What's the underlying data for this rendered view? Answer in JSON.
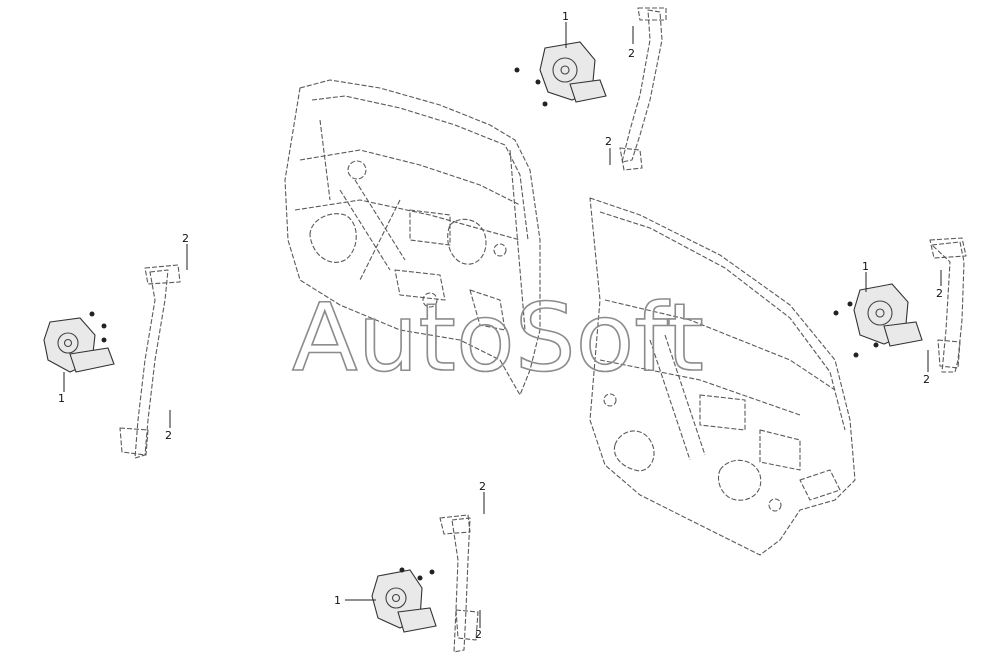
{
  "watermark": "AutoSoft",
  "callouts": {
    "top_motor": "1",
    "top_rail_upper": "2",
    "top_rail_lower": "2",
    "left_motor": "1",
    "left_rail_upper": "2",
    "left_rail_lower": "2",
    "right_motor": "1",
    "right_rail_upper": "2",
    "right_rail_lower": "2",
    "bottom_motor": "1",
    "bottom_rail_upper": "2",
    "bottom_rail_lower": "2"
  }
}
